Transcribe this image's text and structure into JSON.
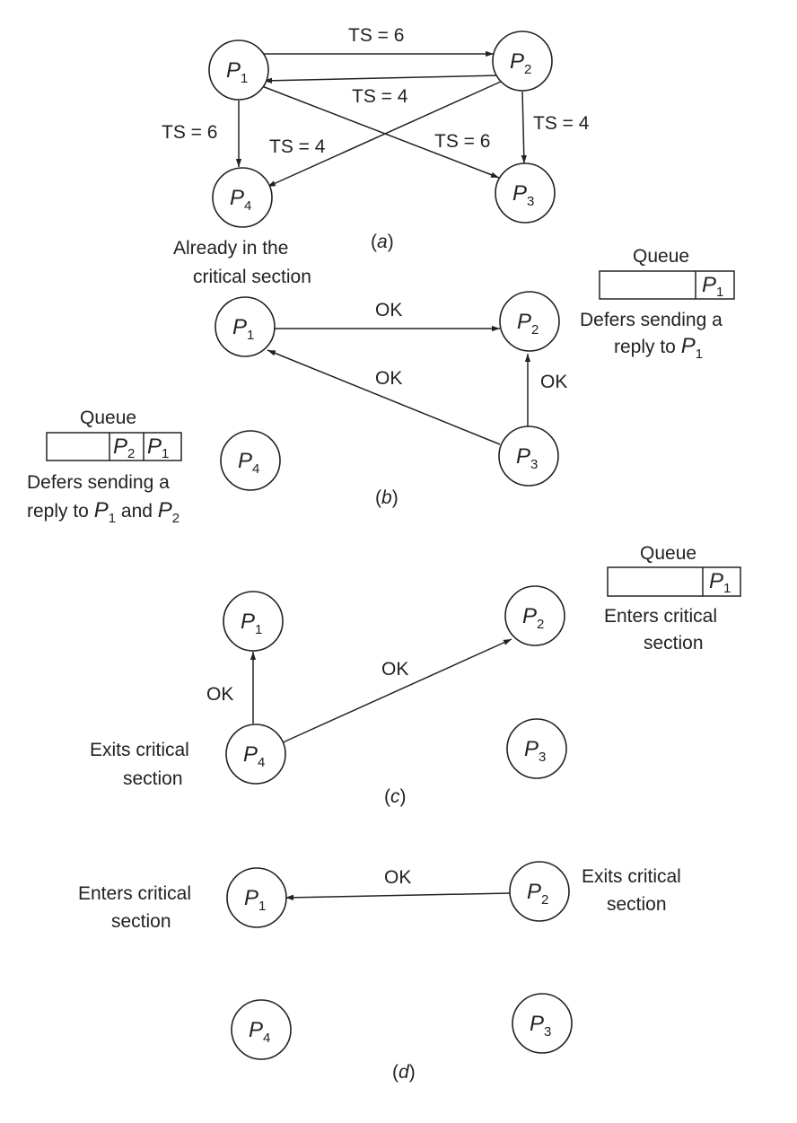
{
  "nodes": {
    "p1": "P",
    "p1_sub": "1",
    "p2": "P",
    "p2_sub": "2",
    "p3": "P",
    "p3_sub": "3",
    "p4": "P",
    "p4_sub": "4"
  },
  "panel_a": {
    "caption_open": "(",
    "caption_letter": "a",
    "caption_close": ")",
    "edge_p1_p2": "TS = 6",
    "edge_p2_p1": "TS = 4",
    "edge_p1_p4": "TS = 6",
    "edge_p2_p4": "TS = 4",
    "edge_p1_p3": "TS = 6",
    "edge_p2_p3": "TS = 4",
    "p4_note_line1": "Already in the",
    "p4_note_line2": "critical section"
  },
  "panel_b": {
    "caption_open": "(",
    "caption_letter": "b",
    "caption_close": ")",
    "edge_p1_p2": "OK",
    "edge_p3_p1": "OK",
    "edge_p3_p2": "OK",
    "p2_queue_title": "Queue",
    "p2_note_line1": "Defers sending a",
    "p2_note_line2": "reply to ",
    "p4_queue_title": "Queue",
    "p4_note_line1": "Defers sending a",
    "p4_note_line2_a": "reply to ",
    "p4_note_line2_and": " and "
  },
  "panel_c": {
    "caption_open": "(",
    "caption_letter": "c",
    "caption_close": ")",
    "edge_p4_p1": "OK",
    "edge_p4_p2": "OK",
    "p2_queue_title": "Queue",
    "p2_note_line1": "Enters critical",
    "p2_note_line2": "section",
    "p4_note_line1": "Exits critical",
    "p4_note_line2": "section"
  },
  "panel_d": {
    "caption_open": "(",
    "caption_letter": "d",
    "caption_close": ")",
    "edge_p2_p1": "OK",
    "p1_note_line1": "Enters critical",
    "p1_note_line2": "section",
    "p2_note_line1": "Exits critical",
    "p2_note_line2": "section"
  }
}
